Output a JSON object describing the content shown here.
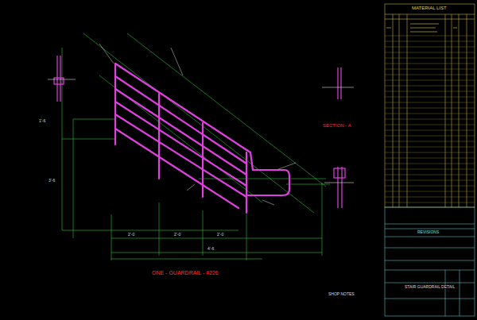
{
  "diagram": {
    "caption": "ONE - GUARDRAIL - #226",
    "labels": [
      "MATERIAL LIST",
      "SECTION - A",
      "REVISIONS",
      "SHOP NOTES",
      "STAIR GUARDRAIL DETAIL",
      "2'-0",
      "2'-0",
      "2'-0",
      "4'-6",
      "1'-6",
      "3'-6"
    ]
  }
}
